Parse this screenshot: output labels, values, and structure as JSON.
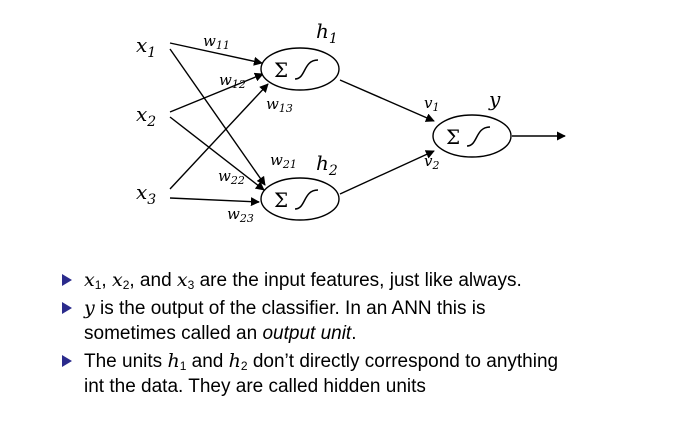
{
  "diagram": {
    "inputs": [
      {
        "base": "x",
        "sub": "1"
      },
      {
        "base": "x",
        "sub": "2"
      },
      {
        "base": "x",
        "sub": "3"
      }
    ],
    "hidden": [
      {
        "base": "h",
        "sub": "1"
      },
      {
        "base": "h",
        "sub": "2"
      }
    ],
    "output": {
      "label": "y"
    },
    "node_symbol": "Σ",
    "weights_in": [
      {
        "base": "w",
        "sub": "11"
      },
      {
        "base": "w",
        "sub": "12"
      },
      {
        "base": "w",
        "sub": "13"
      },
      {
        "base": "w",
        "sub": "21"
      },
      {
        "base": "w",
        "sub": "22"
      },
      {
        "base": "w",
        "sub": "23"
      }
    ],
    "weights_out": [
      {
        "base": "v",
        "sub": "1"
      },
      {
        "base": "v",
        "sub": "2"
      }
    ]
  },
  "bullets": {
    "b1": {
      "x": "x",
      "s1": "1",
      "c1": ", ",
      "s2": "2",
      "c2": ", and ",
      "s3": "3",
      "rest": " are the input features, just like always."
    },
    "b2": {
      "y": "y",
      "rest": " is the output of the classifier. In an ANN this is",
      "line2a": "sometimes called an ",
      "line2em": "output unit",
      "line2b": "."
    },
    "b3": {
      "pre": "The units ",
      "h": "h",
      "s1": "1",
      "mid": " and ",
      "s2": "2",
      "rest": " don’t directly correspond to anything",
      "line2": "int the data. They are called hidden units"
    }
  }
}
